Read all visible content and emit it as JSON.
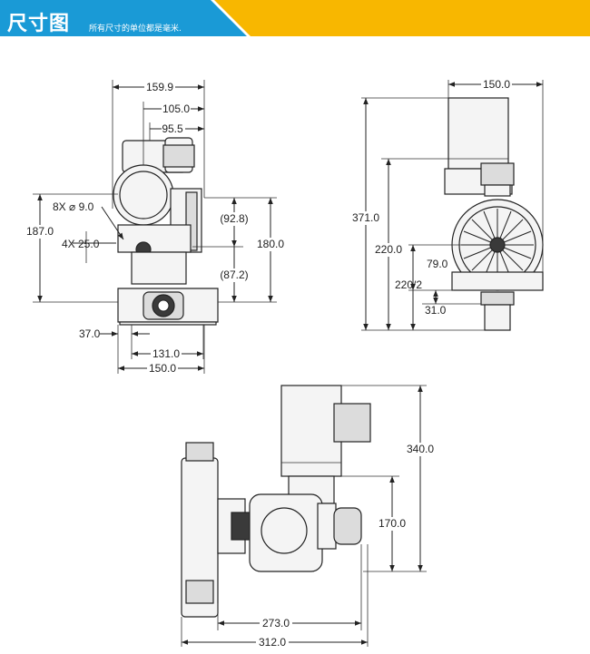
{
  "header": {
    "title": "尺寸图",
    "note": "所有尺寸的单位都是毫米.",
    "colors": {
      "blue": "#1a9ad6",
      "yellow": "#f8b700"
    }
  },
  "front_view": {
    "width_overall": "159.9",
    "dim_105": "105.0",
    "dim_95": "95.5",
    "holes": "8X ⌀ 9.0",
    "slots": "4X 25.0",
    "height_187": "187.0",
    "upper": "(92.8)",
    "lower": "(87.2)",
    "height_180": "180.0",
    "offset": "37.0",
    "base_131": "131.0",
    "base_150": "150.0"
  },
  "side_view": {
    "width": "150.0",
    "height_371": "371.0",
    "height_220": "220.0",
    "height_79": "79.0",
    "half_220": "220/2",
    "height_31": "31.0"
  },
  "top_view": {
    "height_340": "340.0",
    "height_170": "170.0",
    "length_273": "273.0",
    "length_312": "312.0"
  }
}
